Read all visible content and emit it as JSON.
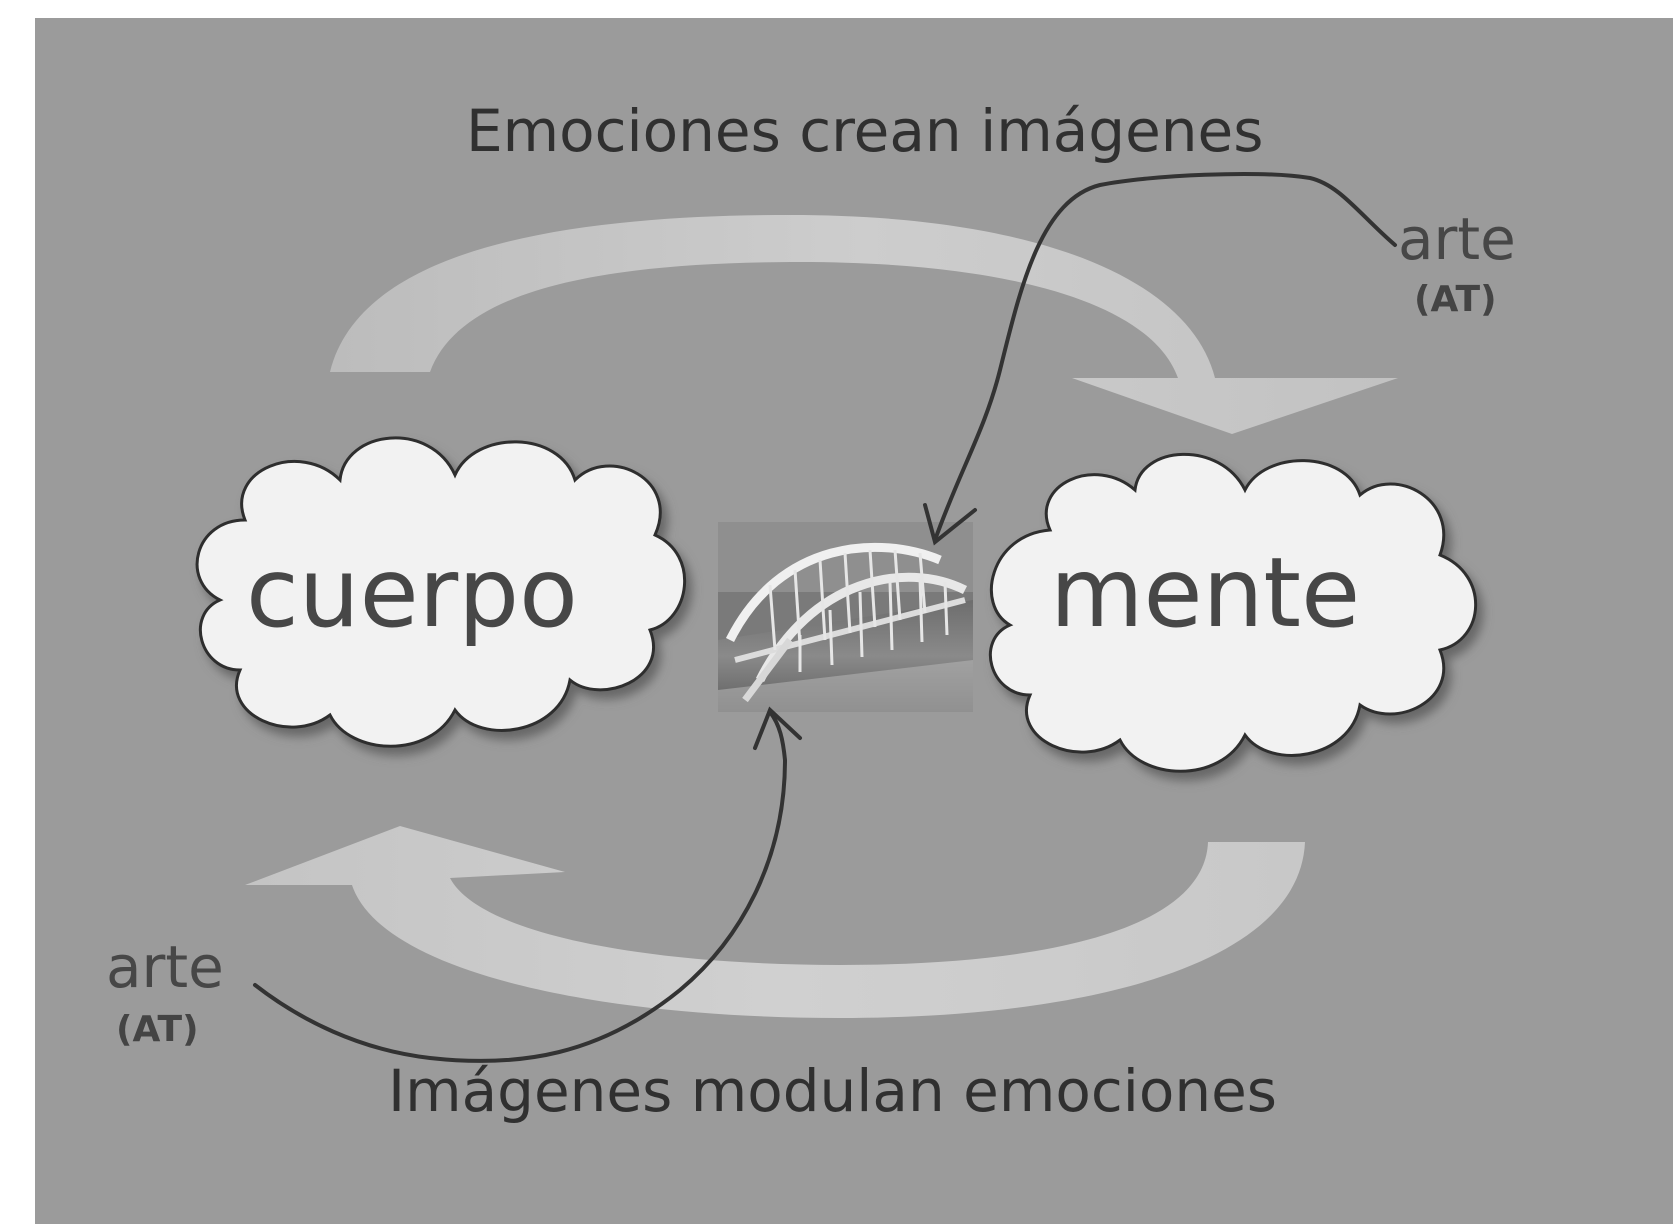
{
  "labels": {
    "top": "Emociones crean imágenes",
    "bottom": "Imágenes modulan emociones",
    "left_cloud": "cuerpo",
    "right_cloud": "mente",
    "art_top_right": "arte",
    "art_top_right_sub": "(AT)",
    "art_bottom_left": "arte",
    "art_bottom_left_sub": "(AT)"
  },
  "icons": {
    "center": "bridge-image",
    "cycle": "circular-arrows"
  },
  "colors": {
    "background": "#9b9b9b",
    "cloud_fill": "#f2f2f2",
    "cycle_arrow": "#c4c4c4",
    "hand_drawn_line": "#3a3a3a",
    "text": "#474747"
  }
}
